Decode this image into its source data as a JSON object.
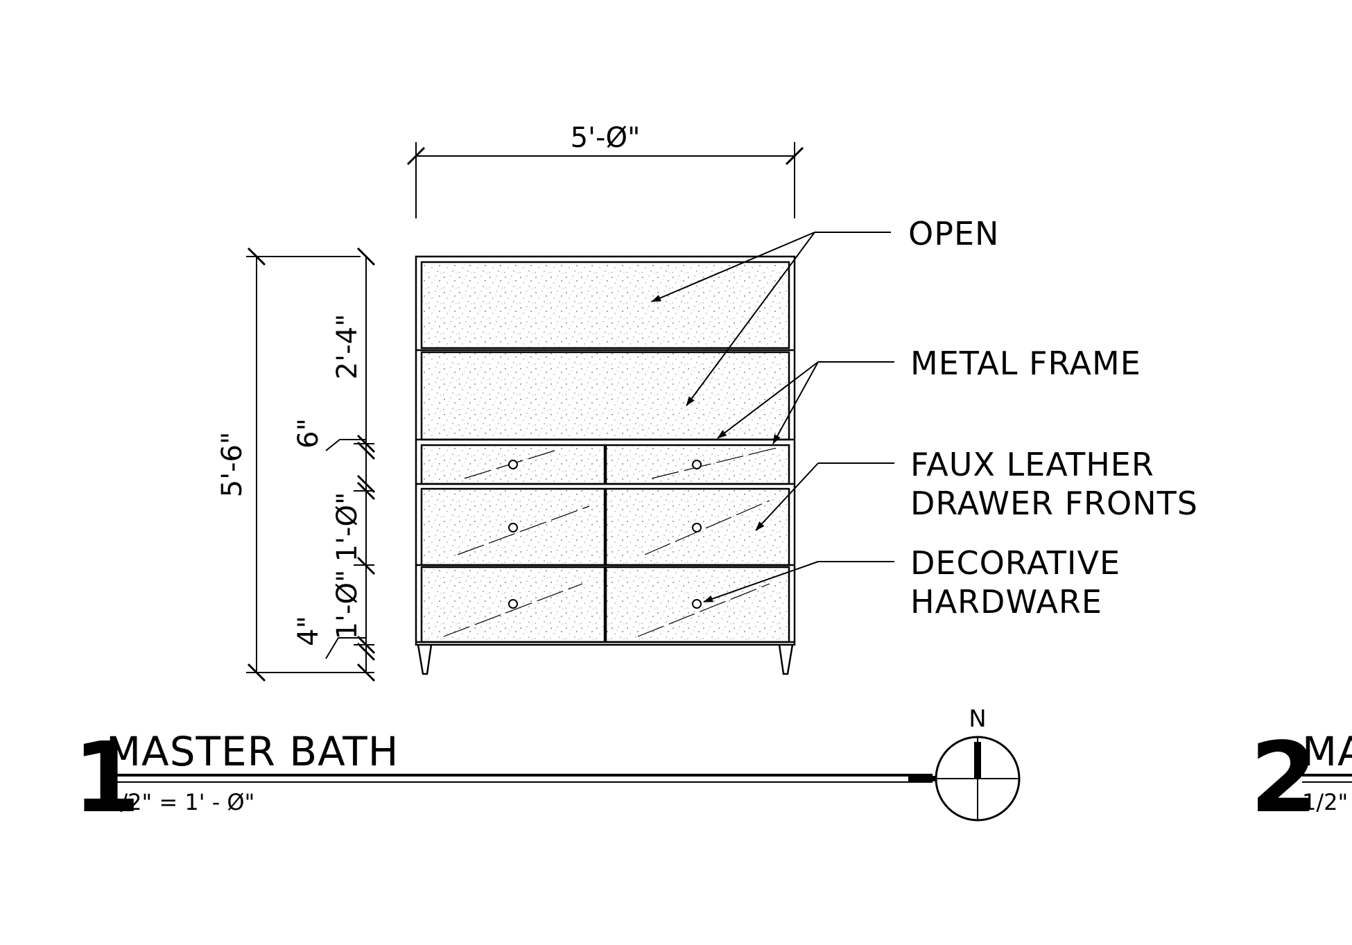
{
  "dimensions": {
    "overall_width": "5'-Ø\"",
    "overall_height": "5'-6\"",
    "upper_open": "2'-4\"",
    "top_drawer": "6\"",
    "middle_drawer": "1'-Ø\"",
    "bottom_drawer": "1'-Ø\"",
    "base": "4\""
  },
  "notes": {
    "open": "OPEN",
    "metal_frame": "METAL FRAME",
    "faux_leather_line1": "FAUX LEATHER",
    "faux_leather_line2": "DRAWER FRONTS",
    "decorative_line1": "DECORATIVE",
    "decorative_line2": "HARDWARE"
  },
  "title_block": {
    "number": "1",
    "title": "MASTER BATH",
    "scale": "1/2\" = 1' - Ø\""
  },
  "north_arrow": {
    "label": "N"
  },
  "next_title_block": {
    "number": "2",
    "title_partial": "MA",
    "scale_partial": "1/2\""
  }
}
